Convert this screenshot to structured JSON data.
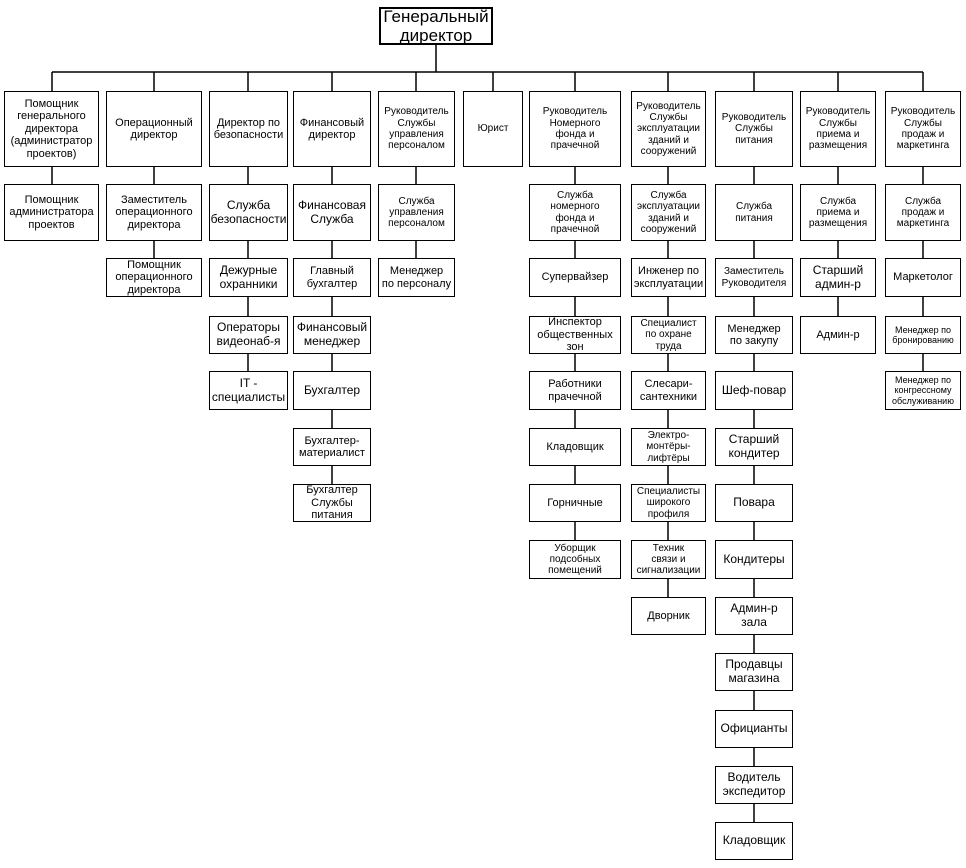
{
  "org_chart": {
    "root": "Генеральный\nдиректор",
    "columns": [
      {
        "head": "Помощник\nгенерального\nдиректора\n(администратор\nпроектов)",
        "items": [
          "Помощник\nадминистратора\nпроектов"
        ]
      },
      {
        "head": "Операционный\nдиректор",
        "items": [
          "Заместитель\nоперационного\nдиректора",
          "Помощник\nоперационного\nдиректора"
        ]
      },
      {
        "head": "Директор по\nбезопасности",
        "items": [
          "Служба\nбезопасности",
          "Дежурные\nохранники",
          "Операторы\nвидеонаб-я",
          "IT -\nспециалисты"
        ]
      },
      {
        "head": "Финансовый\nдиректор",
        "items": [
          "Финансовая\nСлужба",
          "Главный\nбухгалтер",
          "Финансовый\nменеджер",
          "Бухгалтер",
          "Бухгалтер-\nматериалист",
          "Бухгалтер\nСлужбы\nпитания"
        ]
      },
      {
        "head": "Руководитель\nСлужбы\nуправления\nперсоналом",
        "items": [
          "Служба\nуправления\nперсоналом",
          "Менеджер\nпо персоналу"
        ]
      },
      {
        "head": "Юрист",
        "items": []
      },
      {
        "head": "Руководитель\nНомерного\nфонда и\nпрачечной",
        "items": [
          "Служба\nномерного\nфонда и\nпрачечной",
          "Супервайзер",
          "Инспектор\nобщественных\nзон",
          "Работники\nпрачечной",
          "Кладовщик",
          "Горничные",
          "Уборщик\nподсобных\nпомещений"
        ]
      },
      {
        "head": "Руководитель\nСлужбы\nэксплуатации\nзданий и\nсооружений",
        "items": [
          "Служба\nэксплуатации\nзданий и\nсооружений",
          "Инженер по\nэксплуатации",
          "Специалист\nпо охране\nтруда",
          "Слесари-\nсантехники",
          "Электро-\nмонтёры-\nлифтёры",
          "Специалисты\nширокого\nпрофиля",
          "Техник\nсвязи и\nсигнализации",
          "Дворник"
        ]
      },
      {
        "head": "Руководитель\nСлужбы\nпитания",
        "items": [
          "Служба\nпитания",
          "Заместитель\nРуководителя",
          "Менеджер\nпо закупу",
          "Шеф-повар",
          "Старший\nкондитер",
          "Повара",
          "Кондитеры",
          "Админ-р\nзала",
          "Продавцы\nмагазина",
          "Официанты",
          "Водитель\nэкспедитор",
          "Кладовщик"
        ]
      },
      {
        "head": "Руководитель\nСлужбы\nприема и\nразмещения",
        "items": [
          "Служба\nприема и\nразмещения",
          "Старший\nадмин-р",
          "Админ-р"
        ]
      },
      {
        "head": "Руководитель\nСлужбы\nпродаж и\nмаркетинга",
        "items": [
          "Служба\nпродаж и\nмаркетинга",
          "Маркетолог",
          "Менеджер по\nбронированию",
          "Менеджер по\nконгрессному\nобслуживанию"
        ]
      }
    ]
  }
}
